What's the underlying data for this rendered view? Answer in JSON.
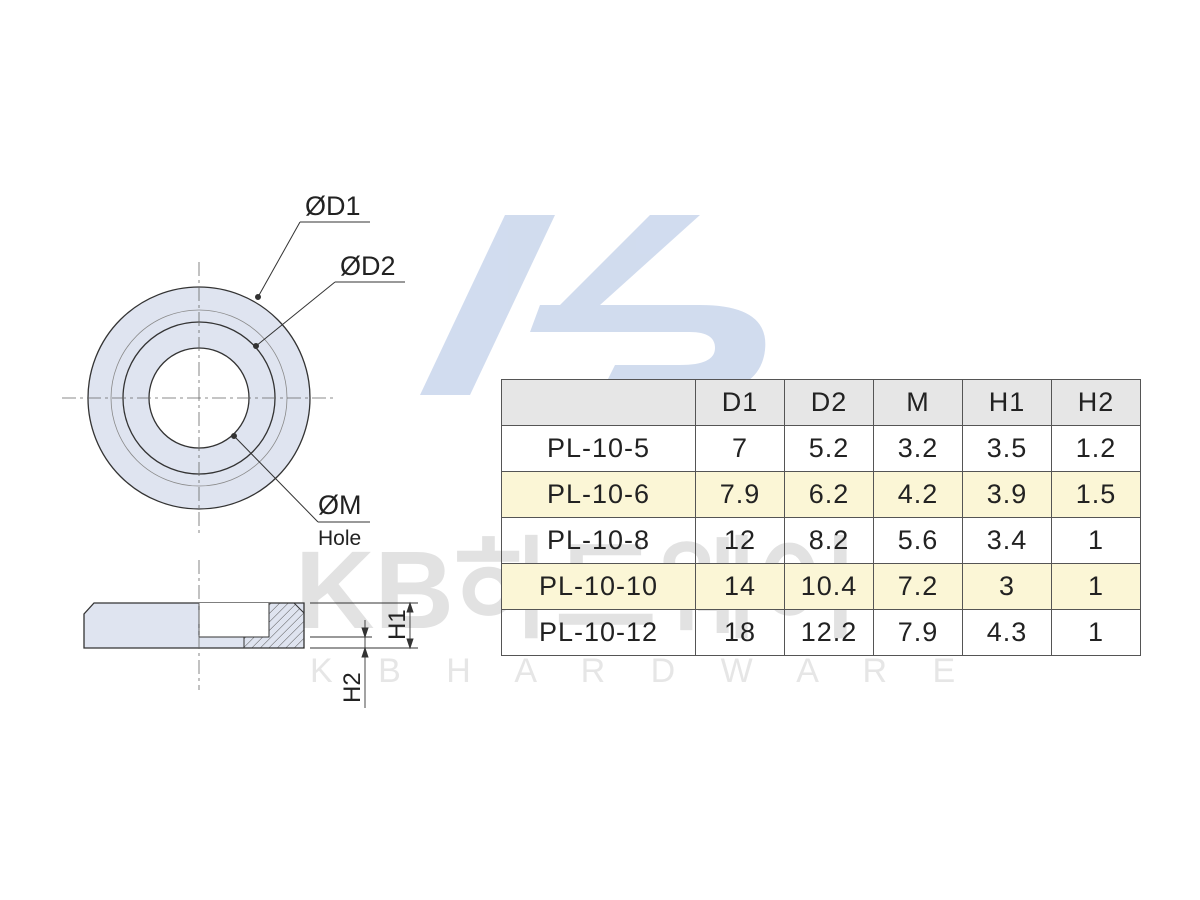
{
  "watermark": {
    "brand_text": "KB하드웨어",
    "sub_text": "K B   H A R D W A R E"
  },
  "drawing": {
    "label_d1": "ØD1",
    "label_d2": "ØD2",
    "label_m": "ØM",
    "label_hole": "Hole",
    "label_h1": "H1",
    "label_h2": "H2"
  },
  "table": {
    "headers": [
      "",
      "D1",
      "D2",
      "M",
      "H1",
      "H2"
    ],
    "rows": [
      {
        "model": "PL-10-5",
        "values": [
          "7",
          "5.2",
          "3.2",
          "3.5",
          "1.2"
        ],
        "highlight": false
      },
      {
        "model": "PL-10-6",
        "values": [
          "7.9",
          "6.2",
          "4.2",
          "3.9",
          "1.5"
        ],
        "highlight": true
      },
      {
        "model": "PL-10-8",
        "values": [
          "12",
          "8.2",
          "5.6",
          "3.4",
          "1"
        ],
        "highlight": false
      },
      {
        "model": "PL-10-10",
        "values": [
          "14",
          "10.4",
          "7.2",
          "3",
          "1"
        ],
        "highlight": true
      },
      {
        "model": "PL-10-12",
        "values": [
          "18",
          "12.2",
          "7.9",
          "4.3",
          "1"
        ],
        "highlight": false
      }
    ]
  },
  "colors": {
    "part_fill": "#dfe4f0",
    "line": "#333333",
    "highlight_row": "#fbf6d6",
    "header_bg": "#e6e6e6",
    "watermark_blue": "#c9d6ec",
    "watermark_gray": "#e4e4e4"
  }
}
